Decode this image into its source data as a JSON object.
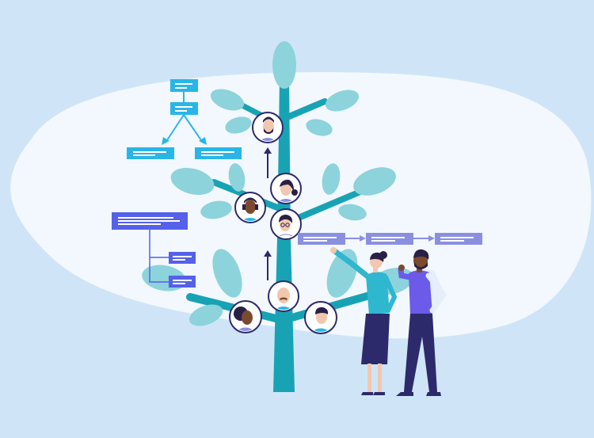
{
  "colors": {
    "background": "#cfe5f7",
    "cloud": "#f2f8fd",
    "trunk": "#18a3b4",
    "leaf": "#8dd3dc",
    "leaf_dark": "#6cc4cf",
    "box_cyan": "#29b6e6",
    "box_blue": "#5561e8",
    "box_lavender": "#8a90df",
    "arrow_navy": "#2c2a6b",
    "skin_light": "#f2c7b0",
    "skin_dark": "#7b4a2e",
    "hair_dark": "#2a2046",
    "navy_cloth": "#2c2a6b",
    "teal_top": "#2fb7cf",
    "purple_top": "#6b5be8"
  },
  "illustration": {
    "subject": "tree-with-team-avatars",
    "avatar_count": 7,
    "org_chart_boxes": 3,
    "flow_boxes": 3,
    "list_boxes": 3
  }
}
